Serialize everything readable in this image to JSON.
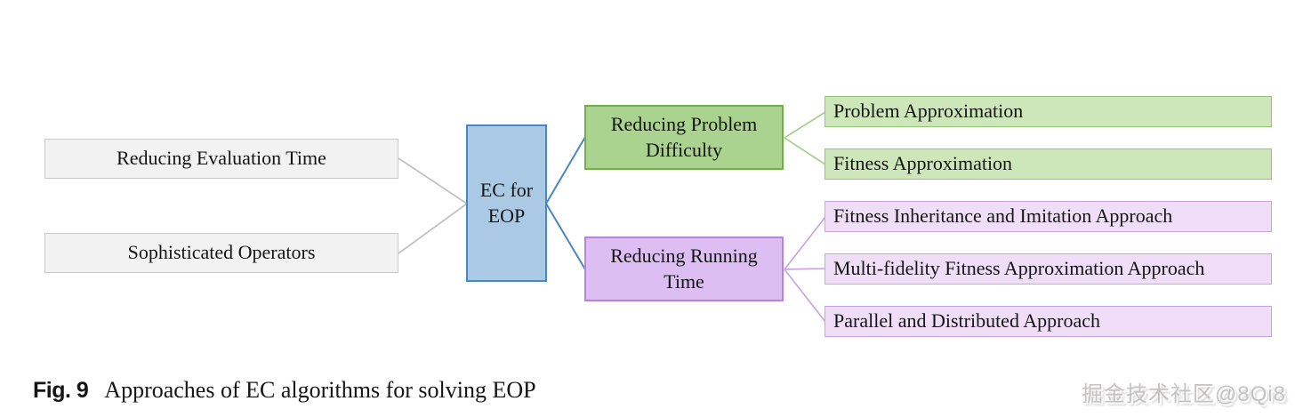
{
  "figure": {
    "caption_label": "Fig. 9",
    "caption_text": "Approaches of EC algorithms for solving EOP"
  },
  "diagram": {
    "root": {
      "label": "EC for EOP"
    },
    "left_inputs": [
      {
        "label": "Reducing Evaluation Time"
      },
      {
        "label": "Sophisticated Operators"
      }
    ],
    "branches": [
      {
        "label": "Reducing Problem Difficulty",
        "color_name": "green",
        "children": [
          {
            "label": "Problem Approximation"
          },
          {
            "label": "Fitness Approximation"
          }
        ]
      },
      {
        "label": "Reducing Running Time",
        "color_name": "purple",
        "children": [
          {
            "label": "Fitness Inheritance and Imitation Approach"
          },
          {
            "label": "Multi-fidelity Fitness Approximation Approach"
          },
          {
            "label": "Parallel and Distributed Approach"
          }
        ]
      }
    ]
  },
  "watermark": {
    "text": "掘金技术社区@8Qi8"
  },
  "colors": {
    "input_fill": "#f2f2f2",
    "input_border": "#c9c9c9",
    "root_fill": "#a9c9e4",
    "root_border": "#4a86c2",
    "green_branch_fill": "#a9d38e",
    "green_branch_border": "#6fae4b",
    "green_leaf_fill": "#cde7ba",
    "green_leaf_border": "#93c579",
    "purple_branch_fill": "#dcbef3",
    "purple_branch_border": "#b683dd",
    "purple_leaf_fill": "#f0def9",
    "purple_leaf_border": "#c9a2e6",
    "line_gray": "#c2c2c2",
    "line_blue": "#4a86c2",
    "line_green": "#9cce80",
    "line_purple": "#c7a0e4",
    "text": "#151515"
  }
}
